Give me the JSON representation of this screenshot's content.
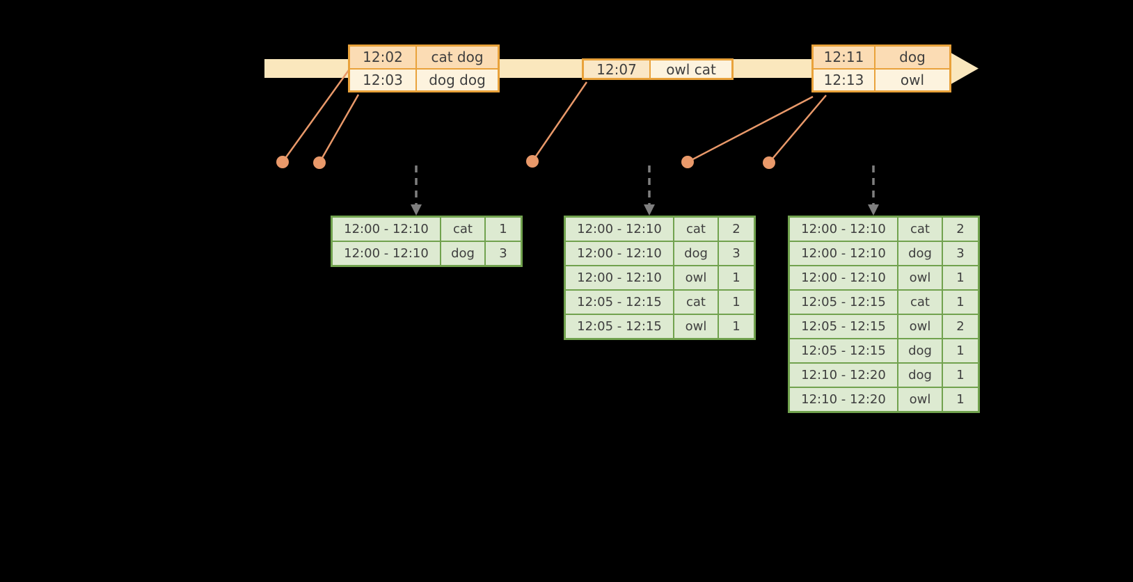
{
  "colors": {
    "background": "#000000",
    "timeline_fill": "#FAE7BD",
    "event_table_border": "#E9A23B",
    "event_row_peach": "#FBDCB4",
    "event_row_cream": "#FDF3DE",
    "connector_salmon": "#E9996A",
    "result_table_border": "#71A24E",
    "result_cell_fill": "#DDEAD1",
    "down_arrow_gray": "#7F7F7F"
  },
  "event_tables": [
    {
      "rows": [
        {
          "time": "12:02",
          "words": "cat dog"
        },
        {
          "time": "12:03",
          "words": "dog dog"
        }
      ]
    },
    {
      "rows": [
        {
          "time": "12:07",
          "words": "owl cat"
        }
      ]
    },
    {
      "rows": [
        {
          "time": "12:11",
          "words": "dog"
        },
        {
          "time": "12:13",
          "words": "owl"
        }
      ]
    }
  ],
  "result_tables": [
    {
      "rows": [
        [
          "12:00 - 12:10",
          "cat",
          "1"
        ],
        [
          "12:00 - 12:10",
          "dog",
          "3"
        ]
      ]
    },
    {
      "rows": [
        [
          "12:00 - 12:10",
          "cat",
          "2"
        ],
        [
          "12:00 - 12:10",
          "dog",
          "3"
        ],
        [
          "12:00 - 12:10",
          "owl",
          "1"
        ],
        [
          "12:05 - 12:15",
          "cat",
          "1"
        ],
        [
          "12:05 - 12:15",
          "owl",
          "1"
        ]
      ]
    },
    {
      "rows": [
        [
          "12:00 - 12:10",
          "cat",
          "2"
        ],
        [
          "12:00 - 12:10",
          "dog",
          "3"
        ],
        [
          "12:00 - 12:10",
          "owl",
          "1"
        ],
        [
          "12:05 - 12:15",
          "cat",
          "1"
        ],
        [
          "12:05 - 12:15",
          "owl",
          "2"
        ],
        [
          "12:05 - 12:15",
          "dog",
          "1"
        ],
        [
          "12:10 - 12:20",
          "dog",
          "1"
        ],
        [
          "12:10 - 12:20",
          "owl",
          "1"
        ]
      ]
    }
  ]
}
